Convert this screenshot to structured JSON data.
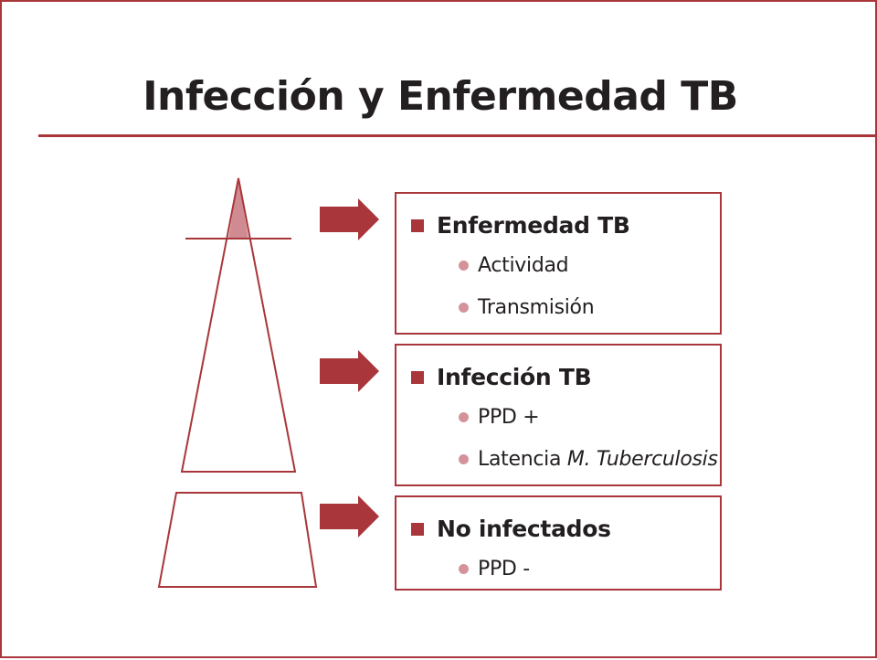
{
  "slide": {
    "title": "Infección y Enfermedad TB"
  },
  "colors": {
    "accent": "#a8363a",
    "apex_fill": "#cf8b91",
    "bullet_dot": "#d4939a",
    "text": "#231f20"
  },
  "tiers": [
    {
      "heading": "Enfermedad TB",
      "items": [
        {
          "text": "Actividad"
        },
        {
          "text": "Transmisión"
        }
      ]
    },
    {
      "heading": "Infección TB",
      "items": [
        {
          "text": "PPD +"
        },
        {
          "text": "Latencia ",
          "italic": "M. Tuberculosis"
        }
      ]
    },
    {
      "heading": "No infectados",
      "items": [
        {
          "text": "PPD -"
        }
      ]
    }
  ],
  "icons": {
    "tier_arrow": "right-arrow-icon",
    "heading_marker": "square-bullet-icon",
    "item_marker": "dot-bullet-icon"
  }
}
